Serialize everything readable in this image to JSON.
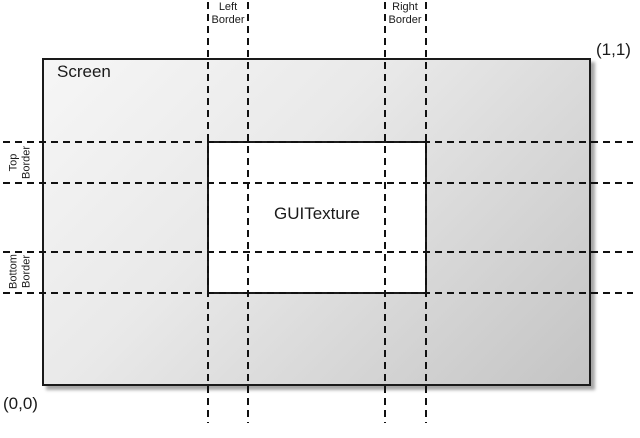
{
  "diagram": {
    "screen_label": "Screen",
    "guitexture_label": "GUITexture",
    "left_border_label": "Left Border",
    "right_border_label": "Right Border",
    "top_border_label": "Top Border",
    "bottom_border_label": "Bottom Border",
    "origin_coord": "(0,0)",
    "top_right_coord": "(1,1)",
    "colors": {
      "dashed_line": "#111111",
      "rect_border": "#1a1a1a",
      "screen_gradient_top_left": "#f6f6f6",
      "screen_gradient_bottom_right": "#c4c4c4",
      "guitexture_fill": "#ffffff",
      "background": "#ffffff"
    }
  }
}
